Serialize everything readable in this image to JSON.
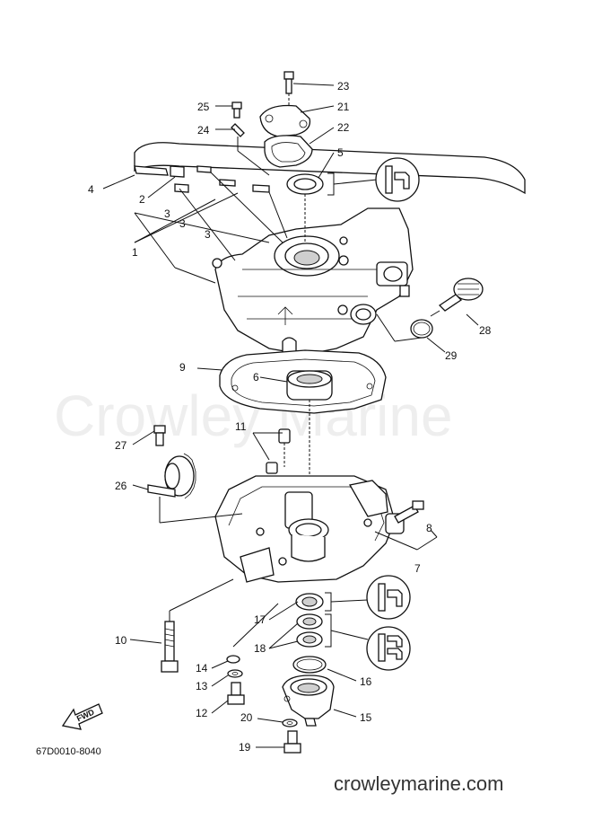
{
  "watermark": "Crowley Marine",
  "footer_url": "crowleymarine.com",
  "diagram_code": "67D0010-8040",
  "fwd_label": "FWD",
  "callouts": [
    {
      "id": "c1",
      "text": "1"
    },
    {
      "id": "c2",
      "text": "2"
    },
    {
      "id": "c3a",
      "text": "3"
    },
    {
      "id": "c3b",
      "text": "3"
    },
    {
      "id": "c3c",
      "text": "3"
    },
    {
      "id": "c4",
      "text": "4"
    },
    {
      "id": "c5",
      "text": "5"
    },
    {
      "id": "c6",
      "text": "6"
    },
    {
      "id": "c7",
      "text": "7"
    },
    {
      "id": "c8",
      "text": "8"
    },
    {
      "id": "c9",
      "text": "9"
    },
    {
      "id": "c10",
      "text": "10"
    },
    {
      "id": "c11",
      "text": "11"
    },
    {
      "id": "c12",
      "text": "12"
    },
    {
      "id": "c13",
      "text": "13"
    },
    {
      "id": "c14",
      "text": "14"
    },
    {
      "id": "c15",
      "text": "15"
    },
    {
      "id": "c16",
      "text": "16"
    },
    {
      "id": "c17",
      "text": "17"
    },
    {
      "id": "c18",
      "text": "18"
    },
    {
      "id": "c19",
      "text": "19"
    },
    {
      "id": "c20",
      "text": "20"
    },
    {
      "id": "c21",
      "text": "21"
    },
    {
      "id": "c22",
      "text": "22"
    },
    {
      "id": "c23",
      "text": "23"
    },
    {
      "id": "c24",
      "text": "24"
    },
    {
      "id": "c25",
      "text": "25"
    },
    {
      "id": "c26",
      "text": "26"
    },
    {
      "id": "c27",
      "text": "27"
    },
    {
      "id": "c28",
      "text": "28"
    },
    {
      "id": "c29",
      "text": "29"
    }
  ]
}
